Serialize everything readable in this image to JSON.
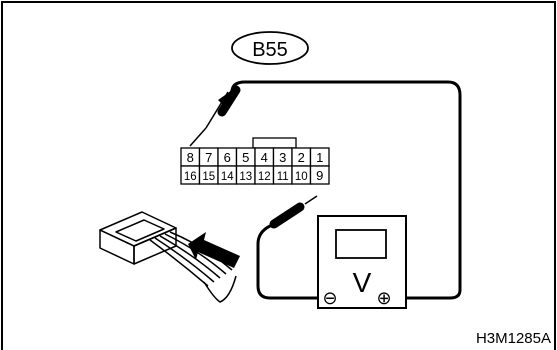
{
  "connector_label": "B55",
  "pins_top": [
    "8",
    "7",
    "6",
    "5",
    "4",
    "3",
    "2",
    "1"
  ],
  "pins_bottom": [
    "16",
    "15",
    "14",
    "13",
    "12",
    "11",
    "10",
    "9"
  ],
  "meter_symbol": "V",
  "meter_negative": "⊖",
  "meter_positive": "⊕",
  "figure_code": "H3M1285A",
  "icons": {
    "probe_left": "test-probe-icon",
    "probe_right": "test-probe-icon",
    "meter": "voltmeter-icon",
    "harness": "harness-connector-icon",
    "arrow": "insert-arrow-icon"
  }
}
